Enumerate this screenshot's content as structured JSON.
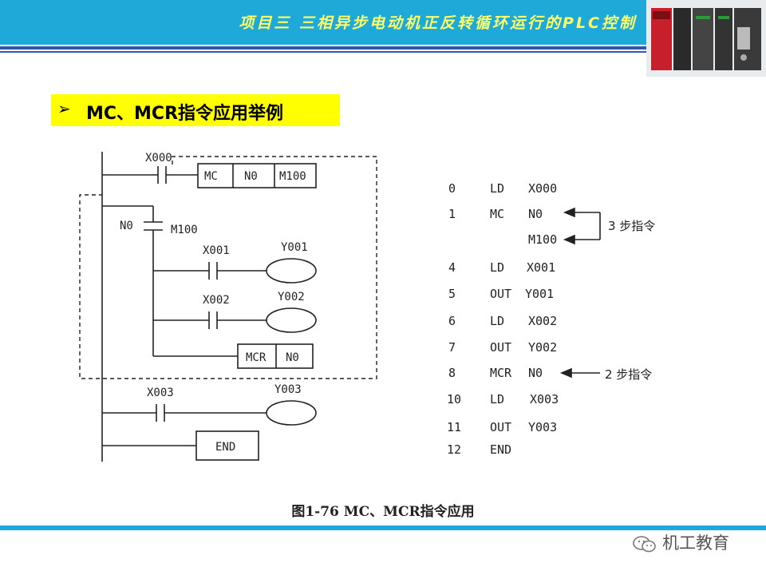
{
  "header": {
    "title": "项目三  三相异步电动机正反转循环运行的PLC控制"
  },
  "section": {
    "bullet": "➢",
    "title": "MC、MCR指令应用举例"
  },
  "ladder": {
    "contacts": {
      "x000": "X000",
      "n0": "N0",
      "m100": "M100",
      "x001": "X001",
      "x002": "X002",
      "x003": "X003"
    },
    "coils": {
      "y001": "Y001",
      "y002": "Y002",
      "y003": "Y003"
    },
    "mc_box": [
      "MC",
      "N0",
      "M100"
    ],
    "mcr_box": [
      "MCR",
      "N0"
    ],
    "end_box": "END"
  },
  "program": {
    "rows": [
      {
        "step": "0",
        "op": "LD",
        "arg": "X000"
      },
      {
        "step": "1",
        "op": "MC",
        "arg": "N0"
      },
      {
        "step": "",
        "op": "",
        "arg": "M100"
      },
      {
        "step": "4",
        "op": "LD",
        "arg": "X001"
      },
      {
        "step": "5",
        "op": "OUT",
        "arg": "Y001"
      },
      {
        "step": "6",
        "op": "LD",
        "arg": "X002"
      },
      {
        "step": "7",
        "op": "OUT",
        "arg": "Y002"
      },
      {
        "step": "8",
        "op": "MCR",
        "arg": "N0"
      },
      {
        "step": "10",
        "op": "LD",
        "arg": "X003"
      },
      {
        "step": "11",
        "op": "OUT",
        "arg": "Y003"
      },
      {
        "step": "12",
        "op": "END",
        "arg": ""
      }
    ],
    "annotation_mc": "3 步指令",
    "annotation_mcr": "2 步指令"
  },
  "caption": "图1-76   MC、MCR指令应用",
  "footer": {
    "brand": "机工教育"
  }
}
